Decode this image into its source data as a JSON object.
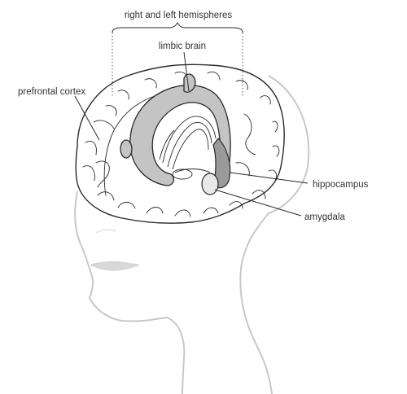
{
  "labels": {
    "hemispheres": "right and left hemispheres",
    "limbic_brain": "limbic brain",
    "prefrontal_cortex": "prefrontal cortex",
    "hippocampus": "hippocampus",
    "amygdala": "amygdala"
  },
  "colors": {
    "head_outline": "#c8c8c8",
    "line": "#2a2a2a",
    "limbic_fill": "#c4c4c4",
    "hippocampus_fill": "#9a9a9a",
    "text": "#333333"
  }
}
